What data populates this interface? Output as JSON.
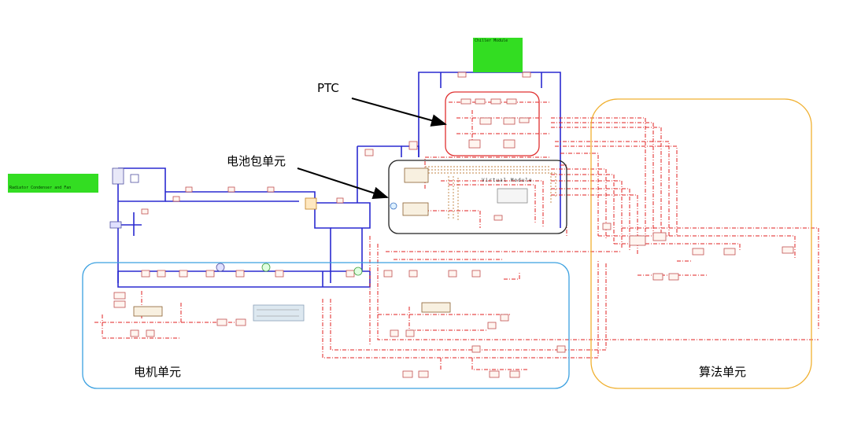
{
  "callouts": {
    "ptc": "PTC",
    "battery_pack": "电池包单元"
  },
  "regions": {
    "motor_unit": "电机单元",
    "algorithm_unit": "算法单元"
  },
  "blocks": {
    "chiller_module": "Chiller Module",
    "left_module": "Radiator Condenser and Fan",
    "virtual_module": "Virtual Module"
  },
  "colors": {
    "ptc_box": "#e03030",
    "battery_box": "#222222",
    "motor_box": "#3aa0e0",
    "algorithm_box": "#f0b030",
    "coolant_line": "#2a2ad0",
    "signal_line": "#e02020",
    "component_green": "#33dd22"
  }
}
